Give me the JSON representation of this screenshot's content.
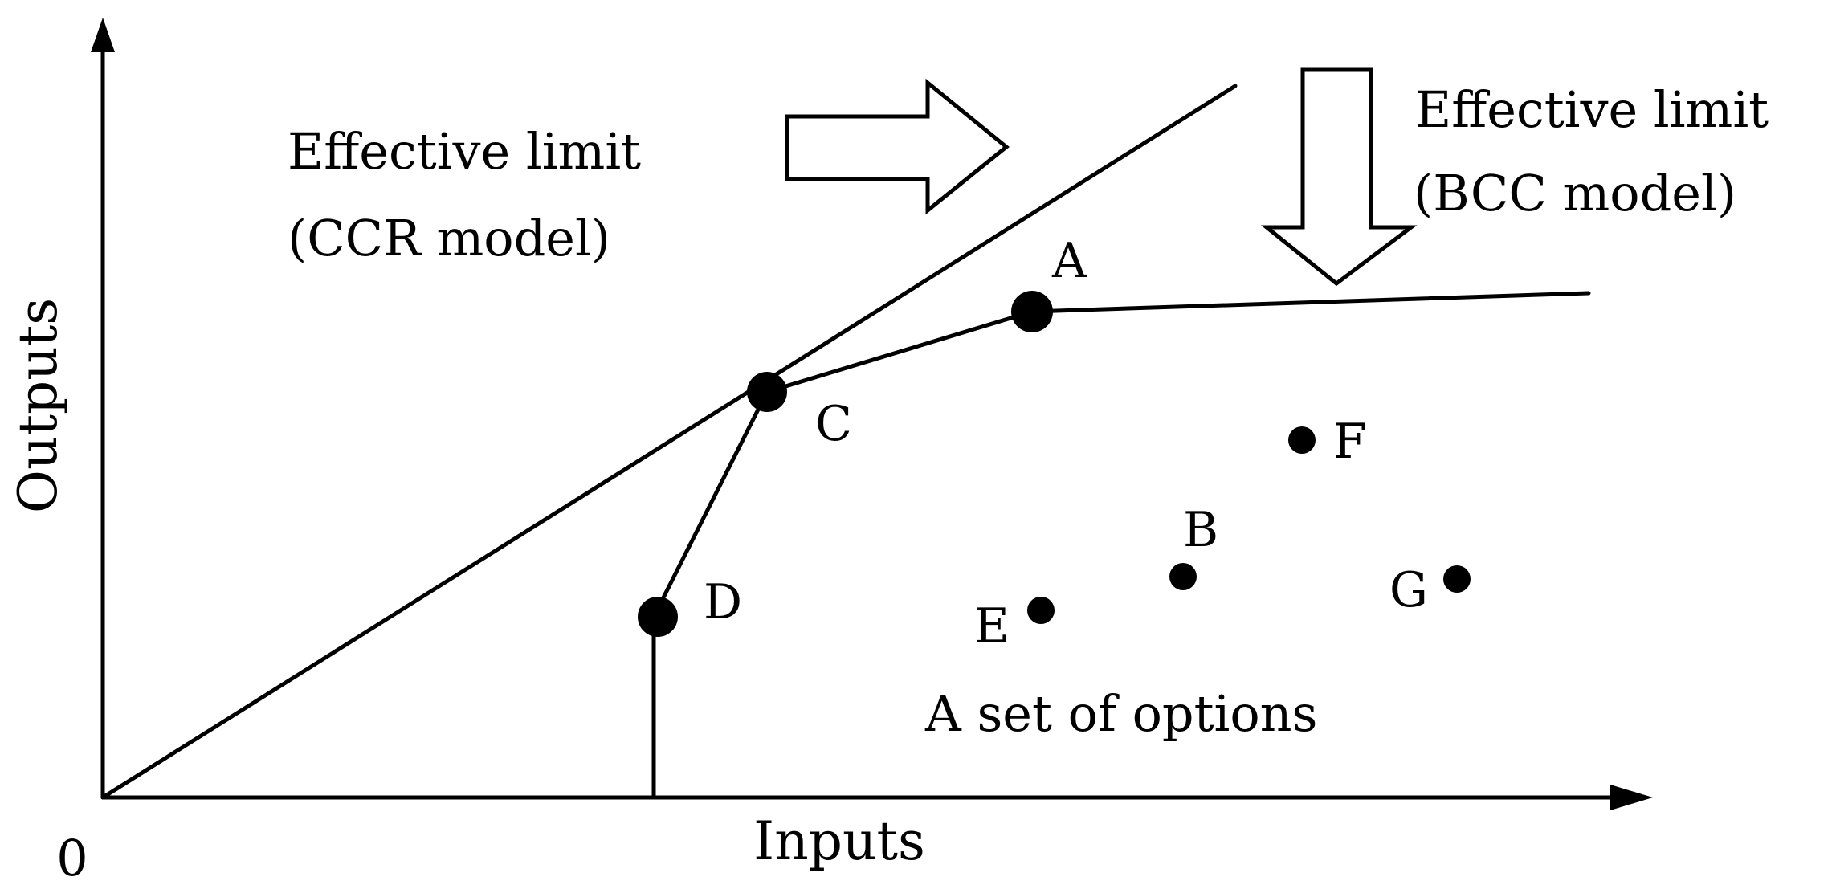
{
  "axes": {
    "y_label": "Outputs",
    "x_label": "Inputs",
    "origin_label": "0"
  },
  "ccr_label": {
    "line1": "Effective limit",
    "line2": "(CCR model)"
  },
  "bcc_label": {
    "line1": "Effective limit",
    "line2": "(BCC model)"
  },
  "points": {
    "A": "A",
    "B": "B",
    "C": "C",
    "D": "D",
    "E": "E",
    "F": "F",
    "G": "G"
  },
  "options_label": "A set of options",
  "colors": {
    "ink": "#000000",
    "background": "#ffffff"
  }
}
